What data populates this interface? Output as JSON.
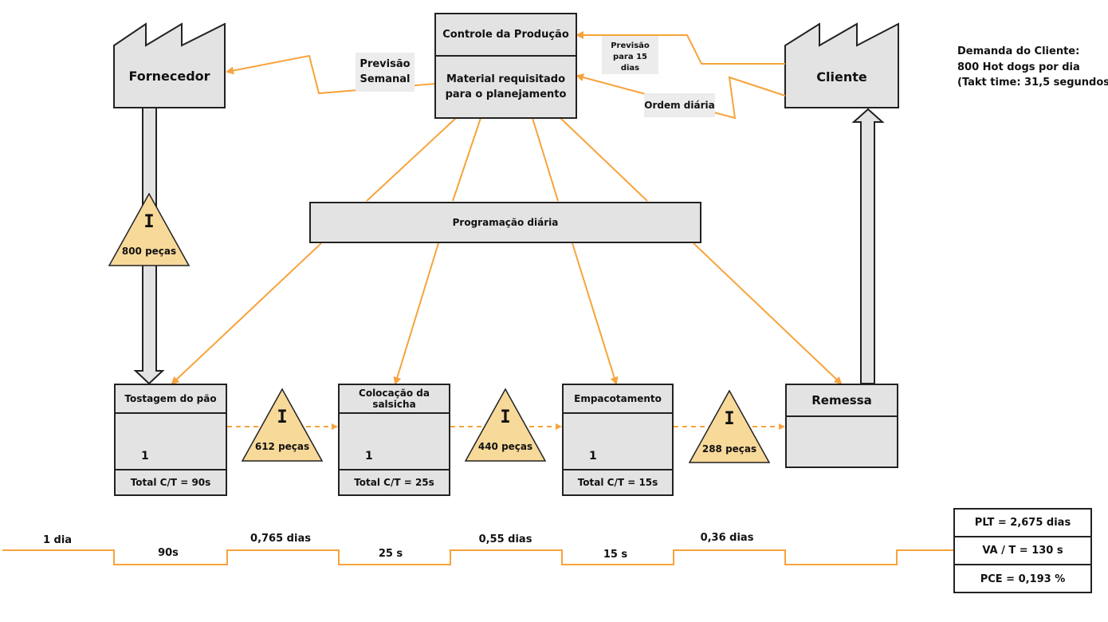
{
  "production_control": {
    "title": "Controle da Produção",
    "subtitle": "Material requisitado para o planejamento"
  },
  "supplier": {
    "label": "Fornecedor"
  },
  "customer": {
    "label": "Cliente"
  },
  "demand": {
    "line1": "Demanda do Cliente:",
    "line2": "800 Hot dogs por dia",
    "line3": "(Takt time: 31,5 segundos)"
  },
  "info_flows": {
    "weekly_forecast": "Previsão Semanal",
    "forecast_15": "Previsão para 15 dias",
    "daily_order": "Ordem diária"
  },
  "schedule": {
    "label": "Programação diária"
  },
  "processes": [
    {
      "name": "Tostagem do pão",
      "operators": "1",
      "ct": "Total C/T = 90s"
    },
    {
      "name": "Colocação da salsicha",
      "operators": "1",
      "ct": "Total C/T = 25s"
    },
    {
      "name": "Empacotamento",
      "operators": "1",
      "ct": "Total C/T = 15s"
    }
  ],
  "shipping": {
    "label": "Remessa"
  },
  "inventories": [
    {
      "symbol": "I",
      "qty": "800 peças"
    },
    {
      "symbol": "I",
      "qty": "612 peças"
    },
    {
      "symbol": "I",
      "qty": "440 peças"
    },
    {
      "symbol": "I",
      "qty": "288 peças"
    }
  ],
  "timeline": {
    "wait": [
      "1 dia",
      "0,765 dias",
      "0,55 dias",
      "0,36 dias"
    ],
    "process": [
      "90s",
      "25 s",
      "15 s"
    ]
  },
  "metrics": {
    "plt": "PLT = 2,675 dias",
    "va": "VA / T = 130 s",
    "pce": "PCE = 0,193 %"
  },
  "colors": {
    "arrow": "#f7a33b",
    "box_fill": "#e3e3e3",
    "inventory_fill": "#f7d999",
    "timeline": "#f7a33b"
  }
}
